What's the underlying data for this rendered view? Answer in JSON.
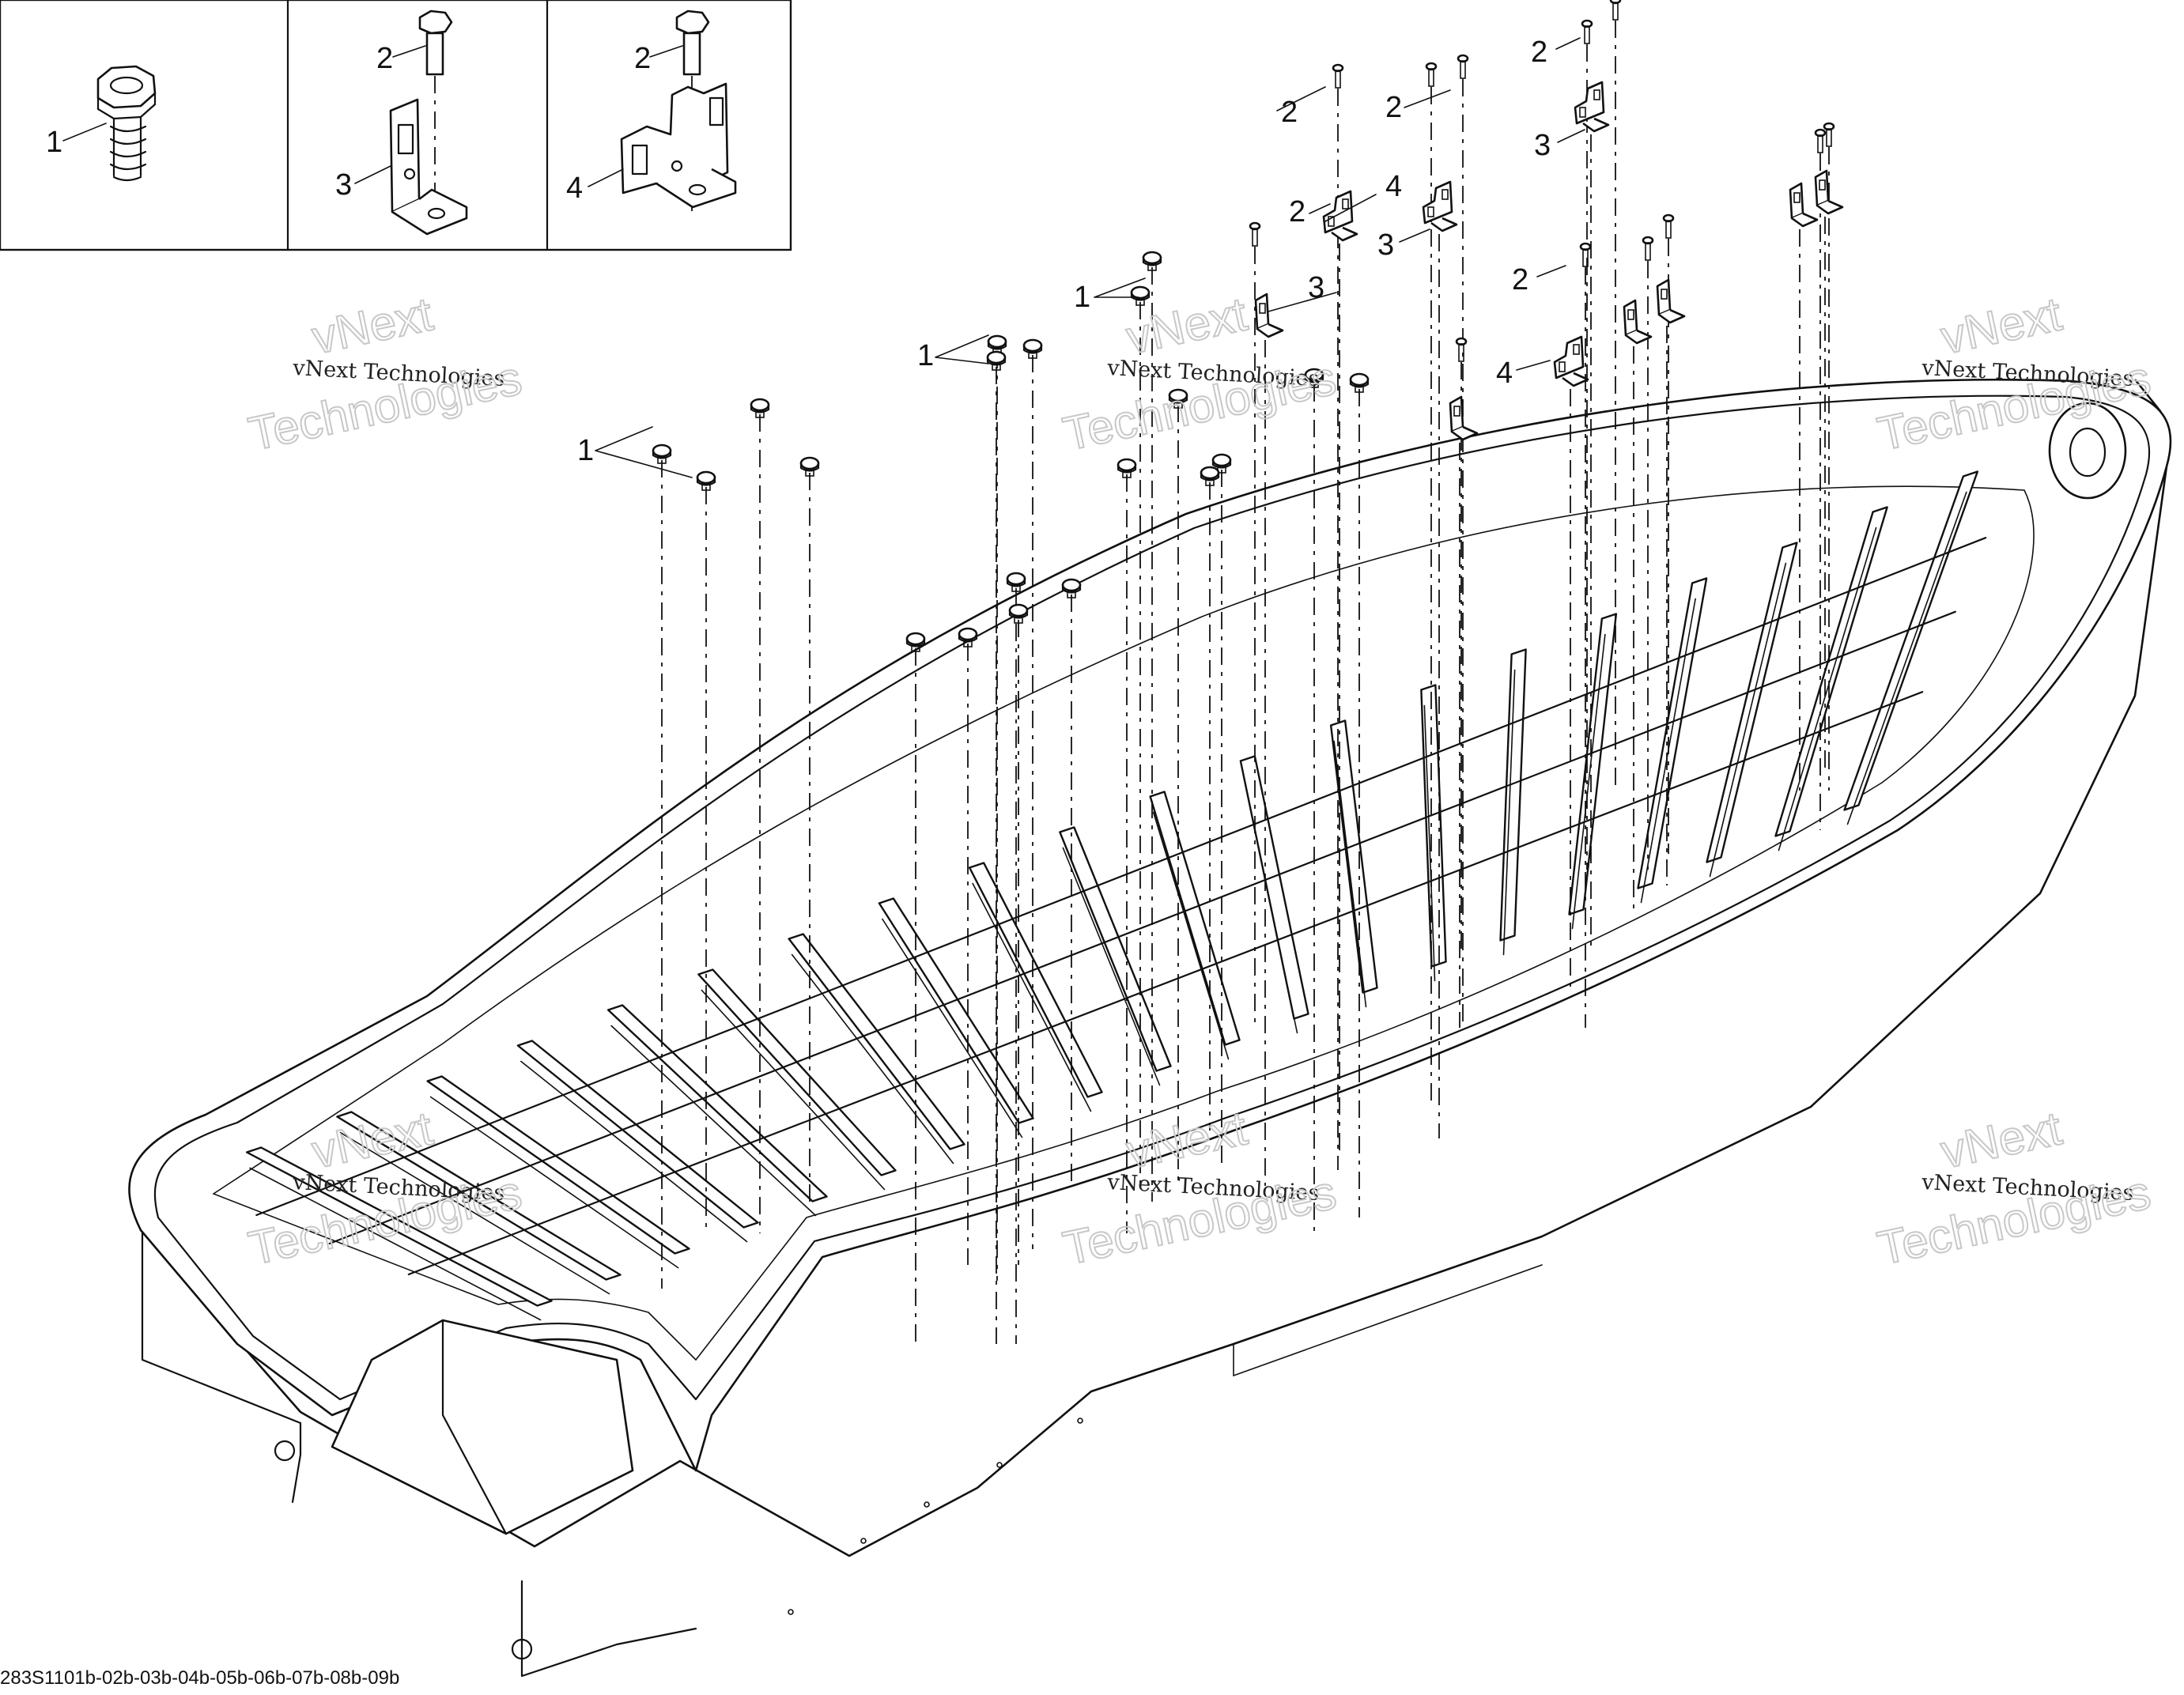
{
  "drawing": {
    "code": "283S1101b-02b-03b-04b-05b-06b-07b-08b-09b",
    "watermark_line1": "vNext Technologies",
    "watermark_line2a": "vNext",
    "watermark_line2b": "Technologies"
  },
  "legend": {
    "box1": {
      "label": "1",
      "part": "hex-flange-nut"
    },
    "box2": {
      "label_bolt": "2",
      "label_bracket": "3",
      "part": "single-bracket"
    },
    "box3": {
      "label_bolt": "2",
      "label_bracket": "4",
      "part": "double-bracket"
    }
  },
  "callouts": {
    "c1a": "1",
    "c1b": "1",
    "c1c": "1",
    "c2a": "2",
    "c2b": "2",
    "c2c": "2",
    "c2d": "2",
    "c2e": "2",
    "c3a": "3",
    "c3b": "3",
    "c3c": "3",
    "c4a": "4",
    "c4b": "4"
  }
}
